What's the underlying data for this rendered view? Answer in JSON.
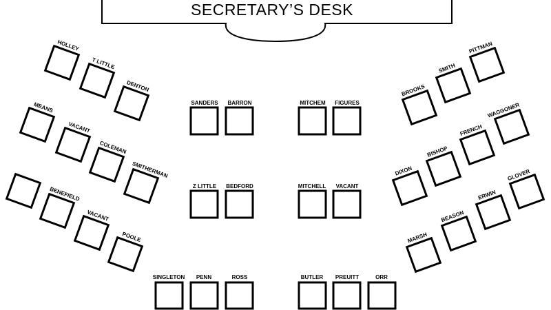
{
  "desk": {
    "title": "SECRETARY’S DESK"
  },
  "seats": {
    "holley": "HOLLEY",
    "t_little": "T LITTLE",
    "denton": "DENTON",
    "means": "MEANS",
    "vacant_left_1": "VACANT",
    "coleman": "COLEMAN",
    "smitherman": "SMITHERMAN",
    "benefield": "BENEFIELD",
    "vacant_left_2": "VACANT",
    "poole": "POOLE",
    "sanders": "SANDERS",
    "barron": "BARRON",
    "z_little": "Z  LITTLE",
    "bedford": "BEDFORD",
    "singleton": "SINGLETON",
    "penn": "PENN",
    "ross": "ROSS",
    "mitchem": "MITCHEM",
    "figures": "FIGURES",
    "mitchell": "MITCHELL",
    "vacant_center": "VACANT",
    "butler": "BUTLER",
    "preuitt": "PREUITT",
    "orr": "ORR",
    "brooks": "BROOKS",
    "smith": "SMITH",
    "pittman": "PITTMAN",
    "bishop": "BISHOP",
    "french": "FRENCH",
    "waggoner": "WAGGONER",
    "dixon": "DIXON",
    "beason": "BEASON",
    "erwin": "ERWIN",
    "glover": "GLOVER",
    "marsh": "MARSH"
  }
}
